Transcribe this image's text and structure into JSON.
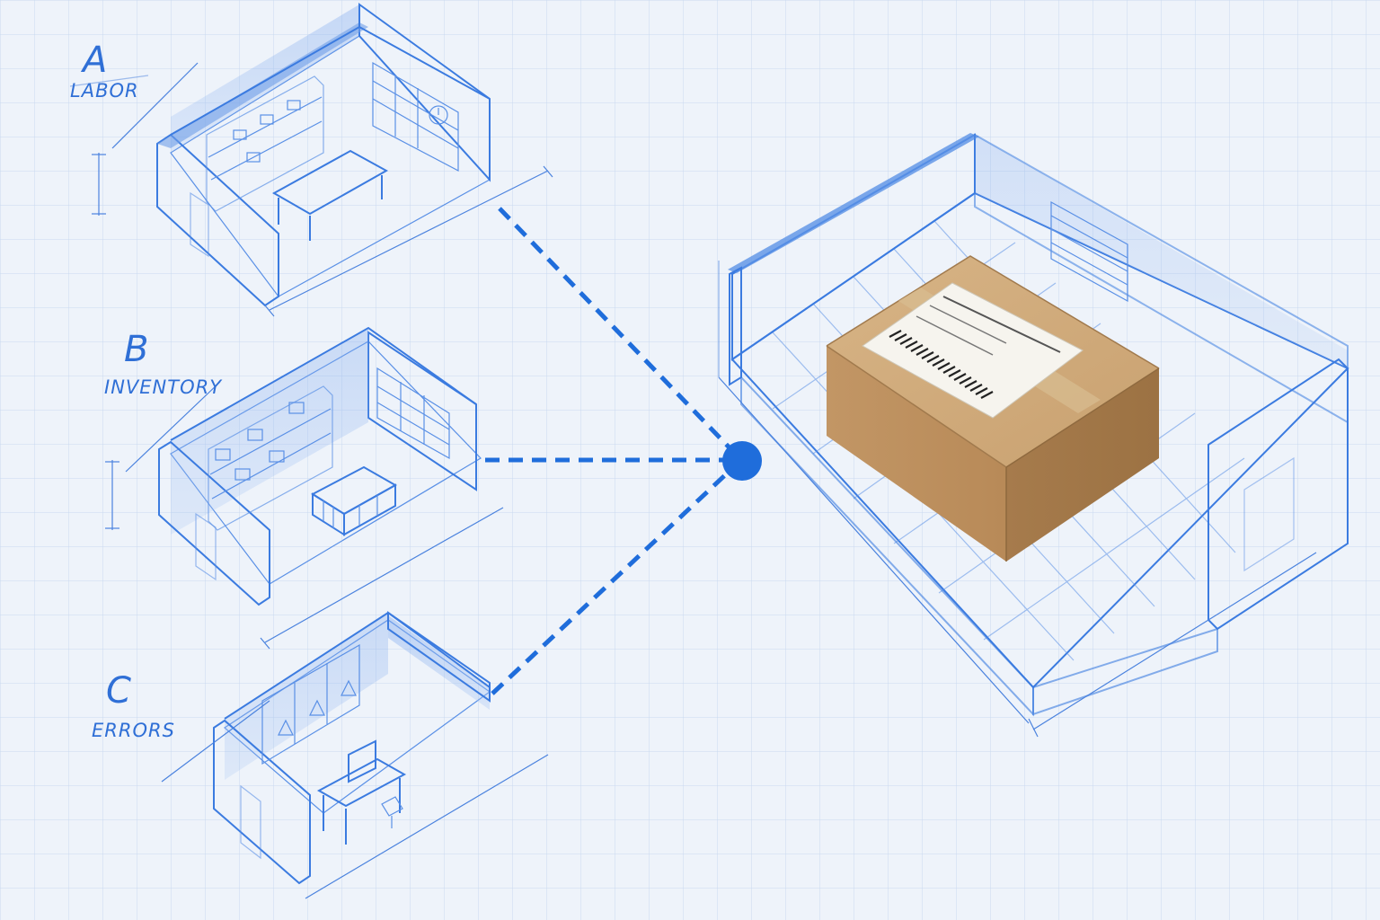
{
  "diagram": {
    "rooms": [
      {
        "letter": "A",
        "label": "LABOR",
        "icon": "shelves-desk-room"
      },
      {
        "letter": "B",
        "label": "INVENTORY",
        "icon": "shelves-pallet-room"
      },
      {
        "letter": "C",
        "label": "ERRORS",
        "icon": "warning-computer-room"
      }
    ],
    "hub": {
      "icon": "hub-node"
    },
    "warehouse": {
      "icon": "warehouse-with-package"
    },
    "colors": {
      "background": "#eef3fa",
      "grid": "#c9d9f0",
      "blueprint": "#3b7be0",
      "wall_fill": "#8fb4ee",
      "connector": "#1f6ddb",
      "box": "#c59c6a"
    }
  }
}
